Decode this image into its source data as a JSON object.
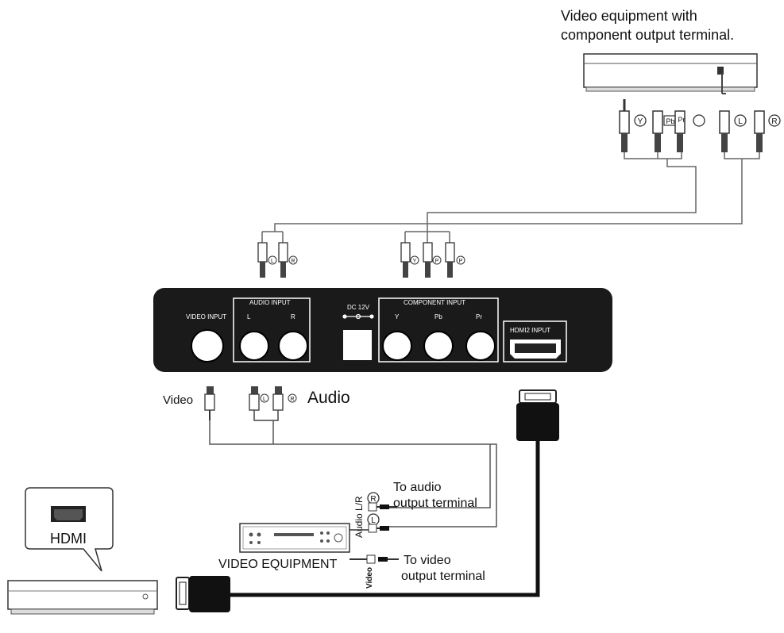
{
  "top_device": {
    "caption_line1": "Video  equipment with",
    "caption_line2": "component output  terminal."
  },
  "top_plugs": {
    "y": "Y",
    "pb": "Pb",
    "pr": "Pr",
    "l": "L",
    "r": "R"
  },
  "mid_plugs": {
    "l": "L",
    "r": "R",
    "y": "Y",
    "pb": "P",
    "pr": "P"
  },
  "panel": {
    "video_input": "VIDEO INPUT",
    "audio_input": "AUDIO INPUT",
    "audio_l": "L",
    "audio_r": "R",
    "dc": "DC 12V",
    "component_input": "COMPONENT INPUT",
    "comp_y": "Y",
    "comp_pb": "Pb",
    "comp_pr": "Pr",
    "hdmi_input": "HDMI2 INPUT"
  },
  "lower": {
    "video_label": "Video",
    "audio_label": "Audio",
    "plug_l": "L",
    "plug_r": "R"
  },
  "bottom_right": {
    "audio_lr": "Audio L/R",
    "to_audio_1": "To audio",
    "to_audio_2": "output terminal",
    "to_video_1": "To video",
    "to_video_2": "output terminal",
    "video_vert": "Video",
    "equipment": "VIDEO EQUIPMENT",
    "r": "R",
    "l": "L"
  },
  "bottom_left": {
    "hdmi_callout": "HDMI"
  }
}
